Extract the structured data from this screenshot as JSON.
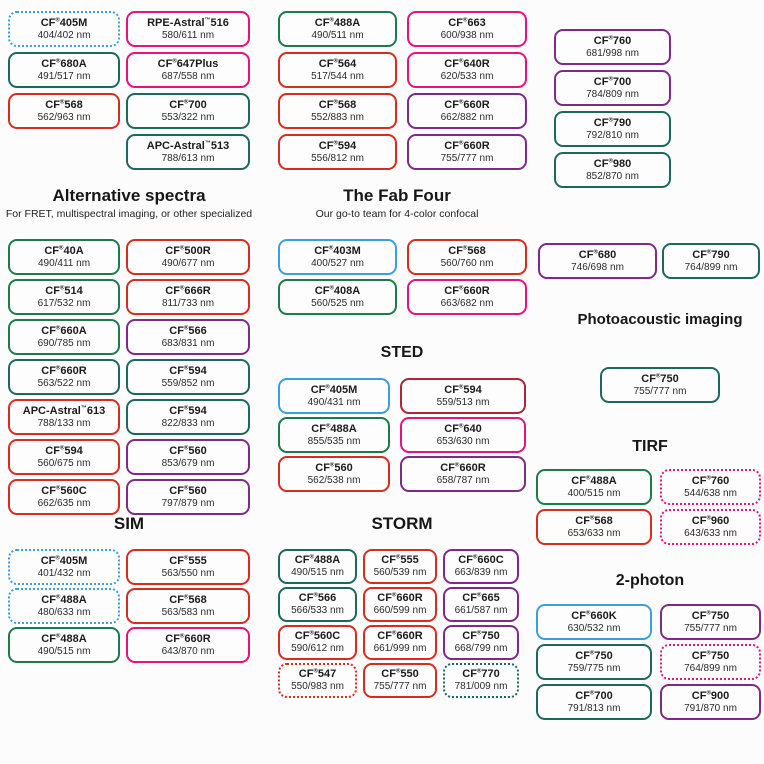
{
  "colors": {
    "blue": "#3aa0dd",
    "green": "#1c7a4c",
    "teal": "#1d685d",
    "red": "#d62d20",
    "crimson": "#b02537",
    "pink": "#e6137e",
    "purple": "#7c2b86"
  },
  "headings": {
    "alternative_spectra": {
      "title": "Alternative spectra",
      "subtitle": "For FRET, multispectral imaging, or other specialized"
    },
    "fab_four": {
      "title": "The Fab Four",
      "subtitle": "Our go-to team for 4-color confocal"
    },
    "photoacoustic": {
      "title": "Photoacoustic imaging"
    },
    "sted": {
      "title": "STED"
    },
    "tirf": {
      "title": "TIRF"
    },
    "sim": {
      "title": "SIM"
    },
    "storm": {
      "title": "STORM"
    },
    "two_photon": {
      "title": "2-photon"
    }
  },
  "groups": {
    "top-a": [
      {
        "name": "CF®405M",
        "ex_em": "404/402 nm",
        "color": "blue",
        "dashed": true
      },
      {
        "name": "CF®680A",
        "ex_em": "491/517 nm",
        "color": "teal"
      },
      {
        "name": "CF®568",
        "ex_em": "562/963 nm",
        "color": "red"
      }
    ],
    "top-b": [
      {
        "name": "RPE-Astral™516",
        "ex_em": "580/611 nm",
        "color": "pink"
      },
      {
        "name": "CF®647Plus",
        "ex_em": "687/558 nm",
        "color": "pink"
      },
      {
        "name": "CF®700",
        "ex_em": "553/322 nm",
        "color": "teal"
      },
      {
        "name": "APC-Astral™513",
        "ex_em": "788/613 nm",
        "color": "teal"
      }
    ],
    "top-c": [
      {
        "name": "CF®488A",
        "ex_em": "490/511 nm",
        "color": "green"
      },
      {
        "name": "CF®564",
        "ex_em": "517/544 nm",
        "color": "red"
      },
      {
        "name": "CF®568",
        "ex_em": "552/883 nm",
        "color": "red"
      },
      {
        "name": "CF®594",
        "ex_em": "556/812 nm",
        "color": "red"
      }
    ],
    "top-d": [
      {
        "name": "CF®663",
        "ex_em": "600/938 nm",
        "color": "pink"
      },
      {
        "name": "CF®640R",
        "ex_em": "620/533 nm",
        "color": "pink"
      },
      {
        "name": "CF®660R",
        "ex_em": "662/882 nm",
        "color": "purple"
      },
      {
        "name": "CF®660R",
        "ex_em": "755/777 nm",
        "color": "purple"
      }
    ],
    "top-e": [
      {
        "name": "CF®760",
        "ex_em": "681/998 nm",
        "color": "purple"
      },
      {
        "name": "CF®700",
        "ex_em": "784/809 nm",
        "color": "purple"
      },
      {
        "name": "CF®790",
        "ex_em": "792/810 nm",
        "color": "teal"
      },
      {
        "name": "CF®980",
        "ex_em": "852/870 nm",
        "color": "teal"
      }
    ],
    "alt-1": [
      {
        "name": "CF®40A",
        "ex_em": "490/411 nm",
        "color": "green"
      },
      {
        "name": "CF®514",
        "ex_em": "617/532 nm",
        "color": "green"
      },
      {
        "name": "CF®660A",
        "ex_em": "690/785 nm",
        "color": "green"
      },
      {
        "name": "CF®660R",
        "ex_em": "563/522 nm",
        "color": "teal"
      },
      {
        "name": "APC-Astral™613",
        "ex_em": "788/133 nm",
        "color": "red"
      },
      {
        "name": "CF®594",
        "ex_em": "560/675 nm",
        "color": "red"
      },
      {
        "name": "CF®560C",
        "ex_em": "662/635 nm",
        "color": "red"
      }
    ],
    "alt-2": [
      {
        "name": "CF®500R",
        "ex_em": "490/677 nm",
        "color": "red"
      },
      {
        "name": "CF®666R",
        "ex_em": "811/733 nm",
        "color": "red"
      },
      {
        "name": "CF®566",
        "ex_em": "683/831 nm",
        "color": "purple"
      },
      {
        "name": "CF®594",
        "ex_em": "559/852 nm",
        "color": "teal"
      },
      {
        "name": "CF®594",
        "ex_em": "822/833 nm",
        "color": "teal"
      },
      {
        "name": "CF®560",
        "ex_em": "853/679 nm",
        "color": "purple"
      },
      {
        "name": "CF®560",
        "ex_em": "797/879 nm",
        "color": "purple"
      }
    ],
    "fab-1": [
      {
        "name": "CF®403M",
        "ex_em": "400/527 nm",
        "color": "blue"
      },
      {
        "name": "CF®408A",
        "ex_em": "560/525 nm",
        "color": "green"
      }
    ],
    "fab-2": [
      {
        "name": "CF®568",
        "ex_em": "560/760 nm",
        "color": "red"
      },
      {
        "name": "CF®660R",
        "ex_em": "663/682 nm",
        "color": "pink"
      }
    ],
    "right-a": [
      {
        "name": "CF®680",
        "ex_em": "746/698 nm",
        "color": "purple"
      }
    ],
    "right-b": [
      {
        "name": "CF®790",
        "ex_em": "764/899 nm",
        "color": "teal"
      }
    ],
    "photo": [
      {
        "name": "CF®750",
        "ex_em": "755/777 nm",
        "color": "teal"
      }
    ],
    "sted-1": [
      {
        "name": "CF®405M",
        "ex_em": "490/431 nm",
        "color": "blue"
      },
      {
        "name": "CF®488A",
        "ex_em": "855/535 nm",
        "color": "green"
      },
      {
        "name": "CF®560",
        "ex_em": "562/538 nm",
        "color": "red"
      }
    ],
    "sted-2": [
      {
        "name": "CF®594",
        "ex_em": "559/513 nm",
        "color": "crimson"
      },
      {
        "name": "CF®640",
        "ex_em": "653/630 nm",
        "color": "pink"
      },
      {
        "name": "CF®660R",
        "ex_em": "658/787 nm",
        "color": "purple"
      }
    ],
    "tirf-1": [
      {
        "name": "CF®488A",
        "ex_em": "400/515 nm",
        "color": "green"
      },
      {
        "name": "CF®568",
        "ex_em": "653/633 nm",
        "color": "red"
      }
    ],
    "tirf-2": [
      {
        "name": "CF®760",
        "ex_em": "544/638 nm",
        "color": "pink",
        "dashed": true
      },
      {
        "name": "CF®960",
        "ex_em": "643/633 nm",
        "color": "pink",
        "dashed": true
      }
    ],
    "sim-1": [
      {
        "name": "CF®405M",
        "ex_em": "401/432 nm",
        "color": "blue",
        "dashed": true
      },
      {
        "name": "CF®488A",
        "ex_em": "480/633 nm",
        "color": "blue",
        "dashed": true
      },
      {
        "name": "CF®488A",
        "ex_em": "490/515 nm",
        "color": "green"
      }
    ],
    "sim-2": [
      {
        "name": "CF®555",
        "ex_em": "563/550 nm",
        "color": "red"
      },
      {
        "name": "CF®568",
        "ex_em": "563/583 nm",
        "color": "red"
      },
      {
        "name": "CF®660R",
        "ex_em": "643/870 nm",
        "color": "pink"
      }
    ],
    "storm-1": [
      {
        "name": "CF®488A",
        "ex_em": "490/515 nm",
        "color": "teal"
      },
      {
        "name": "CF®566",
        "ex_em": "566/533 nm",
        "color": "teal"
      },
      {
        "name": "CF®560C",
        "ex_em": "590/612 nm",
        "color": "red"
      },
      {
        "name": "CF®547",
        "ex_em": "550/983 nm",
        "color": "red",
        "dashed": true
      }
    ],
    "storm-2": [
      {
        "name": "CF®555",
        "ex_em": "560/539 nm",
        "color": "red"
      },
      {
        "name": "CF®660R",
        "ex_em": "660/599 nm",
        "color": "red"
      },
      {
        "name": "CF®660R",
        "ex_em": "661/999 nm",
        "color": "red"
      },
      {
        "name": "CF®550",
        "ex_em": "755/777 nm",
        "color": "red"
      }
    ],
    "storm-3": [
      {
        "name": "CF®660C",
        "ex_em": "663/839 nm",
        "color": "purple"
      },
      {
        "name": "CF®665",
        "ex_em": "661/587 nm",
        "color": "purple"
      },
      {
        "name": "CF®750",
        "ex_em": "668/799 nm",
        "color": "purple"
      },
      {
        "name": "CF®770",
        "ex_em": "781/009 nm",
        "color": "teal",
        "dashed": true
      }
    ],
    "2p-1": [
      {
        "name": "CF®660K",
        "ex_em": "630/532 nm",
        "color": "blue"
      },
      {
        "name": "CF®750",
        "ex_em": "759/775 nm",
        "color": "teal"
      },
      {
        "name": "CF®700",
        "ex_em": "791/813 nm",
        "color": "teal"
      }
    ],
    "2p-2": [
      {
        "name": "CF®750",
        "ex_em": "755/777 nm",
        "color": "purple"
      },
      {
        "name": "CF®750",
        "ex_em": "764/899 nm",
        "color": "pink",
        "dashed": true
      },
      {
        "name": "CF®900",
        "ex_em": "791/870 nm",
        "color": "purple"
      }
    ]
  }
}
